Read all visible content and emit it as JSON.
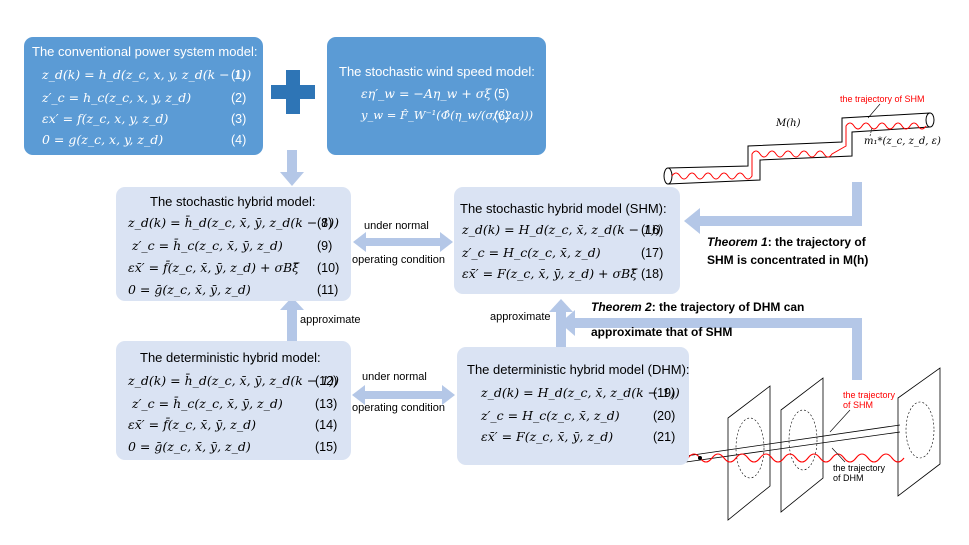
{
  "conventional": {
    "title": "The conventional power system model:",
    "eqs": [
      {
        "eq": "z_d(k) = h_d(z_c, x, y, z_d(k − 1))",
        "num": "(1)"
      },
      {
        "eq": "z′_c = h_c(z_c, x, y, z_d)",
        "num": "(2)"
      },
      {
        "eq": "εx′ = f(z_c, x, y, z_d)",
        "num": "(3)"
      },
      {
        "eq": "0 = g(z_c, x, y, z_d)",
        "num": "(4)"
      }
    ]
  },
  "wind": {
    "title": "The stochastic wind speed model:",
    "eqs": [
      {
        "eq": "εη′_w = −Aη_w + σξ",
        "num": "(5)"
      },
      {
        "eq": "y_w = F̂_W⁻¹(Φ̂(η_w/(σ/√2α)))",
        "num": "(6)"
      }
    ]
  },
  "stoch_hybrid": {
    "title": "The stochastic hybrid model:",
    "eqs": [
      {
        "eq": "z_d(k) = h̄_d(z_c, x̄, ȳ, z_d(k − 1))",
        "num": "(8)"
      },
      {
        "eq": "z′_c = h̄_c(z_c, x̄, ȳ, z_d)",
        "num": "(9)"
      },
      {
        "eq": "εx̄′ = f̄(z_c, x̄, ȳ, z_d) + σBξ̄",
        "num": "(10)"
      },
      {
        "eq": "0 = ḡ(z_c, x̄, ȳ, z_d)",
        "num": "(11)"
      }
    ]
  },
  "shm": {
    "title": "The stochastic hybrid model (SHM):",
    "eqs": [
      {
        "eq": "z_d(k) = H_d(z_c, x̄, z_d(k − 1))",
        "num": "(16)"
      },
      {
        "eq": "z′_c = H_c(z_c, x̄, z_d)",
        "num": "(17)"
      },
      {
        "eq": "εx̄′ = F(z_c, x̄, ȳ, z_d) + σBξ̄",
        "num": "(18)"
      }
    ]
  },
  "det_hybrid": {
    "title": "The deterministic hybrid model:",
    "eqs": [
      {
        "eq": "z_d(k) = h̄_d(z_c, x̄, ȳ, z_d(k − 1))",
        "num": "(12)"
      },
      {
        "eq": "z′_c = h̄_c(z_c, x̄, ȳ, z_d)",
        "num": "(13)"
      },
      {
        "eq": "εx̄′ = f̄(z_c, x̄, ȳ, z_d)",
        "num": "(14)"
      },
      {
        "eq": "0 = ḡ(z_c, x̄, ȳ, z_d)",
        "num": "(15)"
      }
    ]
  },
  "dhm": {
    "title": "The deterministic hybrid model (DHM):",
    "eqs": [
      {
        "eq": "z_d(k) = H_d(z_c, x̄, z_d(k − 1))",
        "num": "(19)"
      },
      {
        "eq": "z′_c = H_c(z_c, x̄, z_d)",
        "num": "(20)"
      },
      {
        "eq": "εx̄′ = F(z_c, x̄, ȳ, z_d)",
        "num": "(21)"
      }
    ]
  },
  "labels": {
    "under_normal_1": "under normal",
    "operating_1": "operating condition",
    "under_normal_2": "under normal",
    "operating_2": "operating condition",
    "approximate_left": "approximate",
    "approximate_right": "approximate"
  },
  "theorem1": {
    "name": "Theorem 1",
    "line1": ": the trajectory of",
    "line2": "SHM is concentrated in M(h)"
  },
  "theorem2": {
    "name": "Theorem 2",
    "line1": ": the trajectory of DHM can",
    "line2": "approximate that of SHM"
  },
  "figure_top": {
    "traj_label": "the trajectory of SHM",
    "manifold_label": "M(h)",
    "m1_label": "m₁*(z_c, z_d, ε)"
  },
  "figure_bottom": {
    "traj_shm_line1": "the trajectory",
    "traj_shm_line2": "of SHM",
    "traj_dhm_line1": "the trajectory",
    "traj_dhm_line2": "of DHM"
  },
  "colors": {
    "dark_box": "#5b9bd5",
    "light_box": "#dae3f3",
    "arrow": "#b4c7e7",
    "plus": "#2e75b6",
    "trajectory": "#ff0000"
  }
}
